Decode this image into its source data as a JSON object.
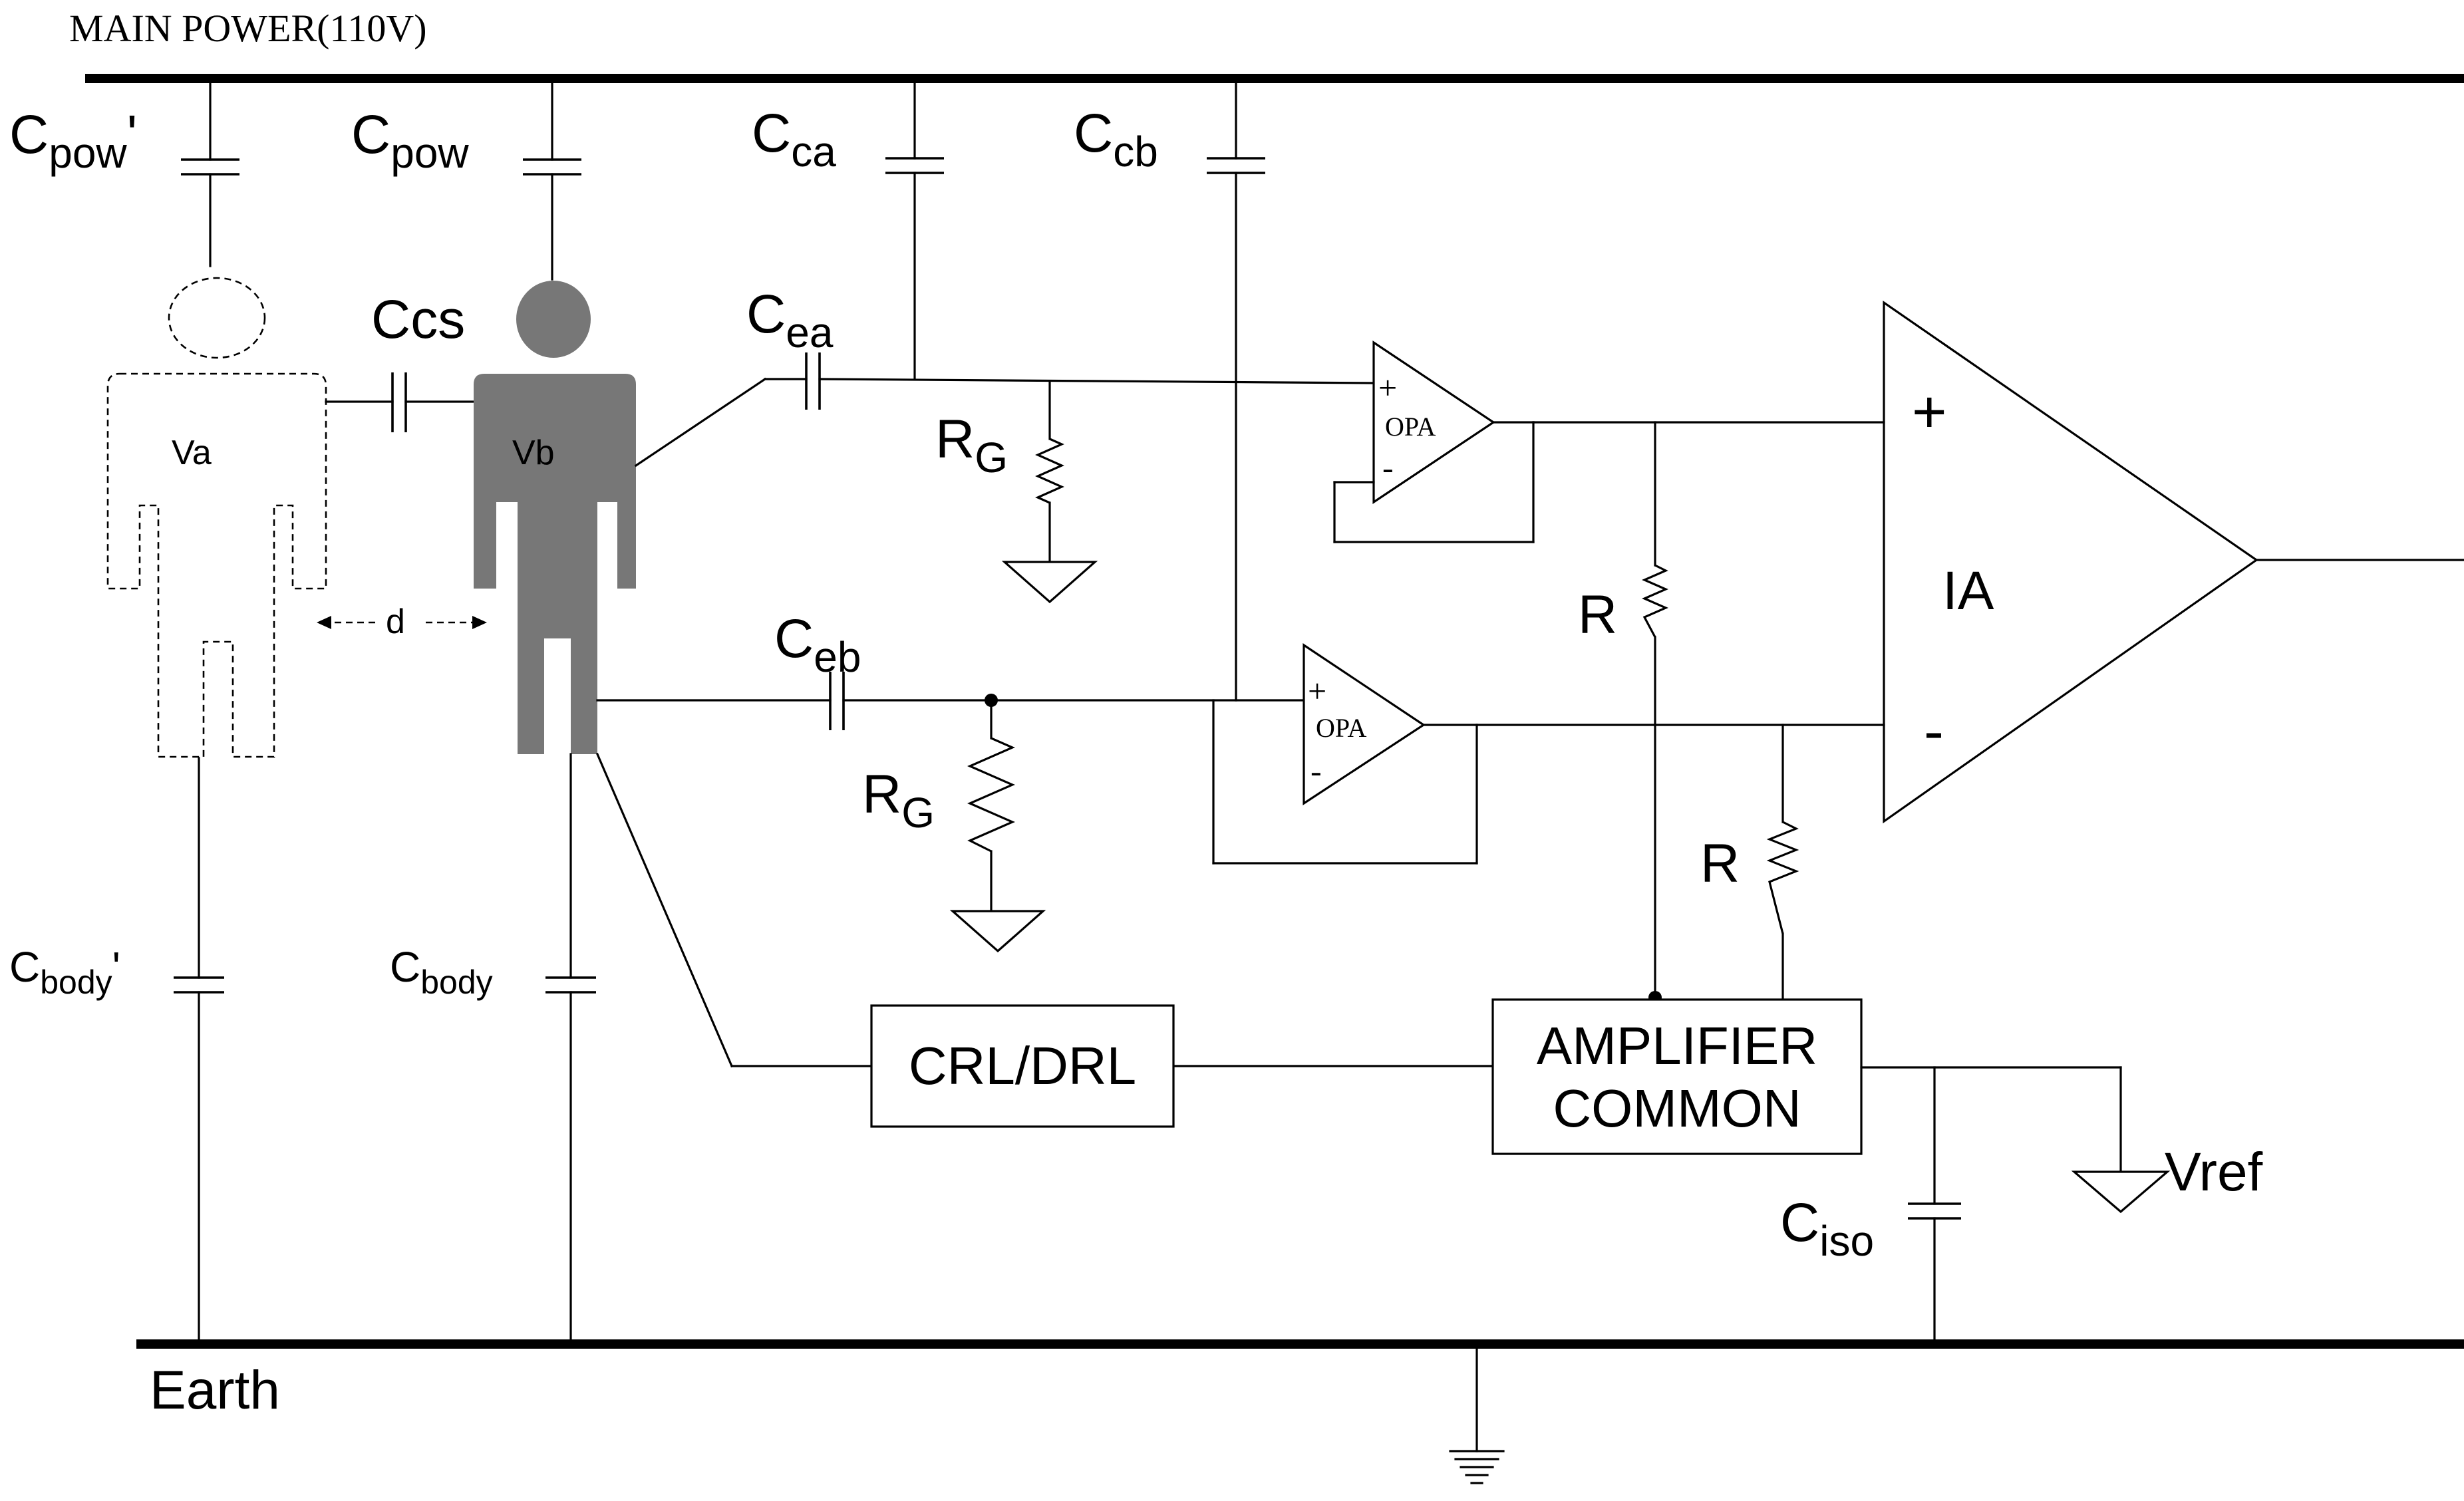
{
  "title": "MAIN POWER(110V)",
  "earth_label": "Earth",
  "labels": {
    "cpow_prime": {
      "base": "C",
      "sub": "pow",
      "suffix": "'"
    },
    "cpow": {
      "base": "C",
      "sub": "pow",
      "suffix": ""
    },
    "cca": {
      "base": "C",
      "sub": "ca",
      "suffix": ""
    },
    "ccb": {
      "base": "C",
      "sub": "cb",
      "suffix": ""
    },
    "ccs": "Ccs",
    "cea": {
      "base": "C",
      "sub": "ea",
      "suffix": ""
    },
    "ceb": {
      "base": "C",
      "sub": "eb",
      "suffix": ""
    },
    "rg_top": {
      "base": "R",
      "sub": "G",
      "suffix": ""
    },
    "rg_bottom": {
      "base": "R",
      "sub": "G",
      "suffix": ""
    },
    "cbody_prime": {
      "base": "C",
      "sub": "body",
      "suffix": "'"
    },
    "cbody": {
      "base": "C",
      "sub": "body",
      "suffix": ""
    },
    "ciso": {
      "base": "C",
      "sub": "iso",
      "suffix": ""
    },
    "r_top": "R",
    "r_bottom": "R",
    "vref": "Vref",
    "va": "Va",
    "vb": "Vb",
    "d": "d"
  },
  "blocks": {
    "crl_drl": "CRL/DRL",
    "amp_common_line1": "AMPLIFIER",
    "amp_common_line2": "COMMON"
  },
  "opamps": {
    "label": "OPA",
    "plus": "+",
    "minus": "-"
  },
  "ia": {
    "label": "IA",
    "plus": "+",
    "minus": "-"
  }
}
